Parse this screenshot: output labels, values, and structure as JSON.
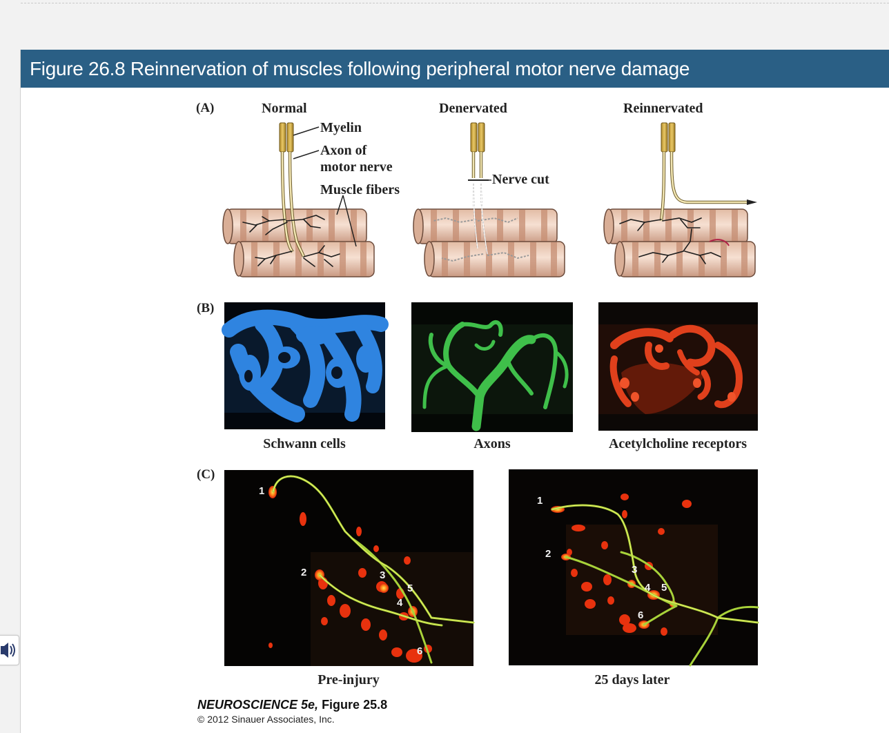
{
  "title": "Figure 26.8  Reinnervation of muscles following peripheral motor nerve damage",
  "panel_a": {
    "letter": "(A)",
    "columns": [
      "Normal",
      "Denervated",
      "Reinnervated"
    ],
    "labels": {
      "myelin": "Myelin",
      "axon_line1": "Axon of",
      "axon_line2": "motor nerve",
      "muscle_fibers": "Muscle fibers",
      "nerve_cut": "Nerve cut"
    }
  },
  "panel_b": {
    "letter": "(B)",
    "captions": [
      "Schwann cells",
      "Axons",
      "Acetylcholine receptors"
    ],
    "colors": {
      "schwann": "#2f84e0",
      "axons": "#3fbf4a",
      "ach": "#e0401c"
    }
  },
  "panel_c": {
    "letter": "(C)",
    "captions": [
      "Pre-injury",
      "25 days later"
    ],
    "numbers": [
      "1",
      "2",
      "3",
      "4",
      "5",
      "6"
    ]
  },
  "credit": {
    "book": "NEUROSCIENCE 5e,",
    "figure": "Figure 25.8",
    "copyright": "© 2012 Sinauer Associates, Inc."
  },
  "audio_icon": "speaker-icon",
  "brand_color": "#2a5f85"
}
